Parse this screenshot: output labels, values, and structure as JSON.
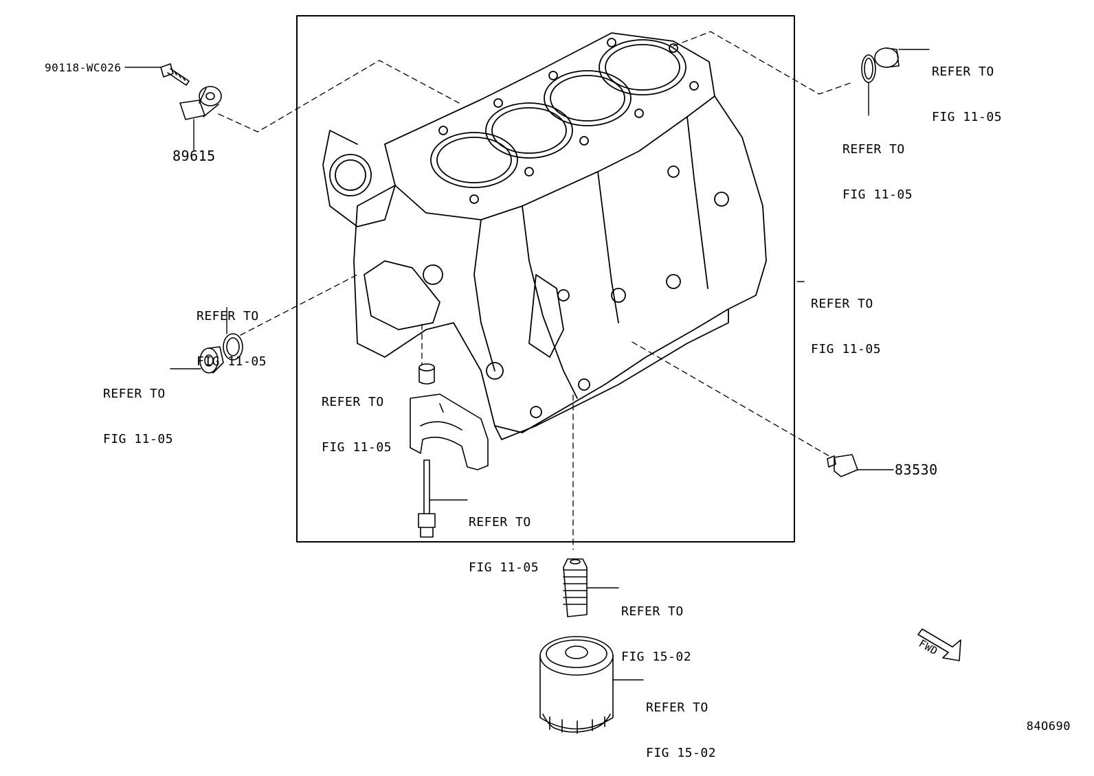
{
  "parts": {
    "p90118": "90118-WC026",
    "p89615": "89615",
    "p83530": "83530"
  },
  "refs": {
    "r1": {
      "line1": "REFER TO",
      "line2": "FIG 11-05"
    },
    "r2": {
      "line1": "REFER TO",
      "line2": "FIG 11-05"
    },
    "r3": {
      "line1": "REFER TO",
      "line2": "FIG 11-05"
    },
    "r4": {
      "line1": "REFER TO",
      "line2": "FIG 11-05"
    },
    "r5": {
      "line1": "REFER TO",
      "line2": "FIG 11-05"
    },
    "r6": {
      "line1": "REFER TO",
      "line2": "FIG 11-05"
    },
    "r7": {
      "line1": "REFER TO",
      "line2": "FIG 11-05"
    },
    "r8": {
      "line1": "REFER TO",
      "line2": "FIG 15-02"
    },
    "r9": {
      "line1": "REFER TO",
      "line2": "FIG 15-02"
    }
  },
  "fwd": "FWD",
  "diagram_id": "84O690"
}
